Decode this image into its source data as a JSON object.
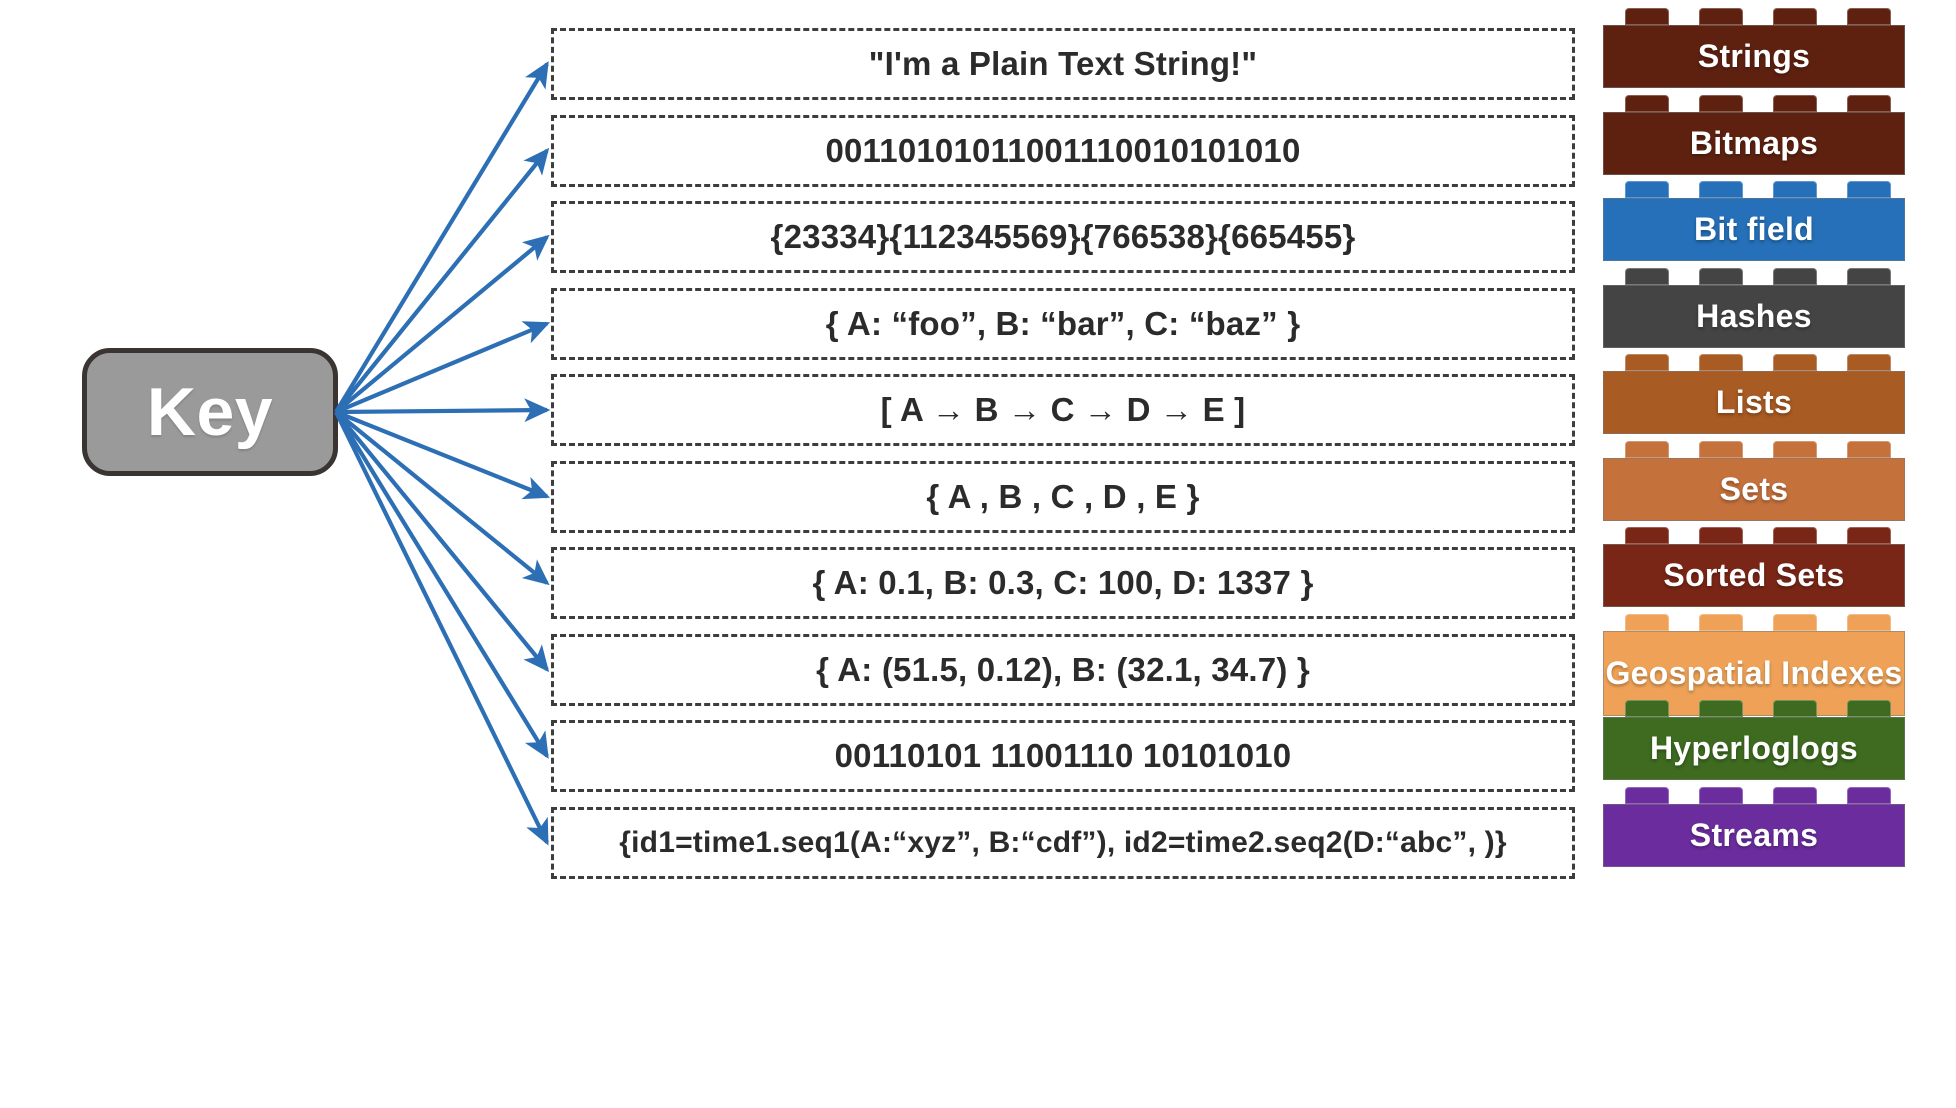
{
  "diagram": {
    "title": "Redis key to data structure mapping",
    "key_node": {
      "label": "Key",
      "fill": "#9a9a9a",
      "border": "#3a3432"
    },
    "arrow_color": "#2d6fb5",
    "box_border_color": "#3d3d3d",
    "rows": [
      {
        "value": "\"I'm a Plain Text String!\"",
        "type_label": "Strings",
        "brick_color": "#5e2110",
        "stud_color": "#5e2110",
        "lines": 1
      },
      {
        "value": "00110101011001110010101010",
        "type_label": "Bitmaps",
        "brick_color": "#5e2110",
        "stud_color": "#5e2110",
        "lines": 1
      },
      {
        "value": "{23334}{112345569}{766538}{665455}",
        "type_label": "Bit field",
        "brick_color": "#2570b8",
        "stud_color": "#2570b8",
        "lines": 1
      },
      {
        "value": "{ A: “foo”, B: “bar”, C: “baz”  }",
        "type_label": "Hashes",
        "brick_color": "#444444",
        "stud_color": "#444444",
        "lines": 1
      },
      {
        "value": "[ A → B → C → D → E ]",
        "type_label": "Lists",
        "brick_color": "#a85b22",
        "stud_color": "#a85b22",
        "lines": 1
      },
      {
        "value": "{  A , B , C , D , E  }",
        "type_label": "Sets",
        "brick_color": "#c4713c",
        "stud_color": "#c4713c",
        "lines": 1
      },
      {
        "value": "{ A: 0.1, B: 0.3, C: 100, D: 1337 }",
        "type_label": "Sorted Sets",
        "brick_color": "#7a2616",
        "stud_color": "#7a2616",
        "lines": 1
      },
      {
        "value": "{ A: (51.5, 0.12), B: (32.1, 34.7)  }",
        "type_label": "Geospatial Indexes",
        "brick_color": "#efa257",
        "stud_color": "#efa257",
        "lines": 2
      },
      {
        "value": "00110101 11001110 10101010",
        "type_label": "Hyperloglogs",
        "brick_color": "#3e6b20",
        "stud_color": "#3e6b20",
        "lines": 1
      },
      {
        "value": "{id1=time1.seq1(A:“xyz”, B:“cdf”), id2=time2.seq2(D:“abc”, )}",
        "type_label": "Streams",
        "brick_color": "#6b2d9e",
        "stud_color": "#6b2d9e",
        "lines": 1
      }
    ]
  }
}
